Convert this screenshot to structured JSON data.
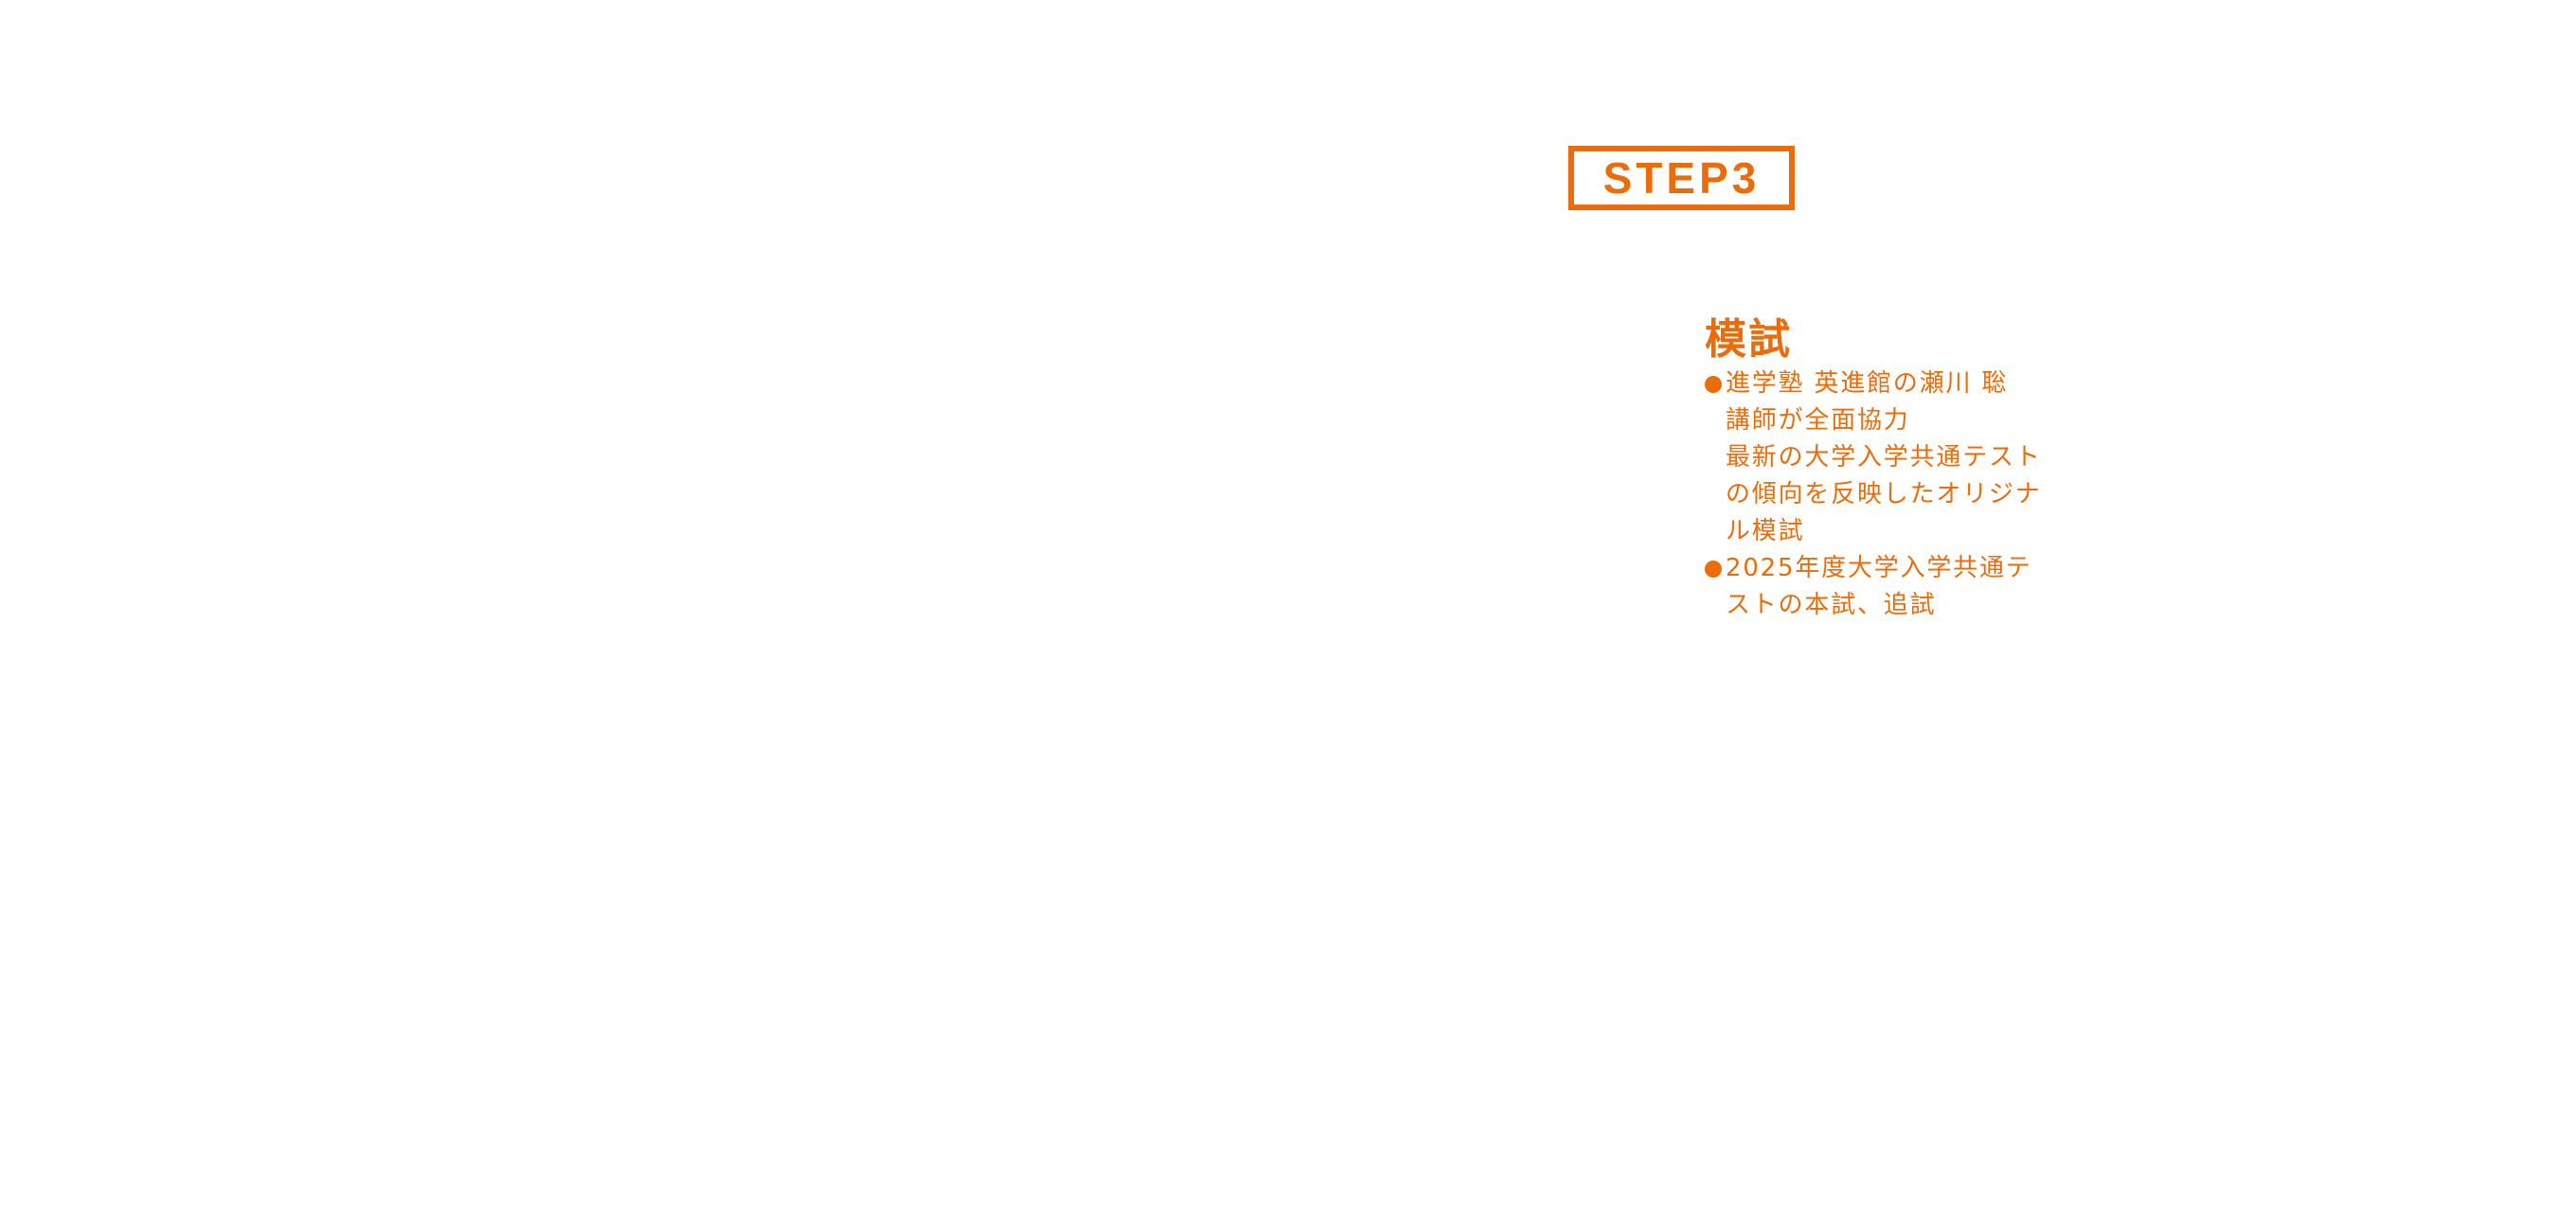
{
  "step_label": "STEP3",
  "section_title": "模試",
  "accent_color": "#eb6c0a",
  "items": [
    {
      "lines": [
        "進学塾 英進館の瀬川 聡",
        "講師が全面協力",
        "最新の大学入学共通テスト",
        "の傾向を反映したオリジナ",
        "ル模試"
      ]
    },
    {
      "lines": [
        "2025年度大学入学共通テ",
        "ストの本試、追試"
      ]
    }
  ]
}
